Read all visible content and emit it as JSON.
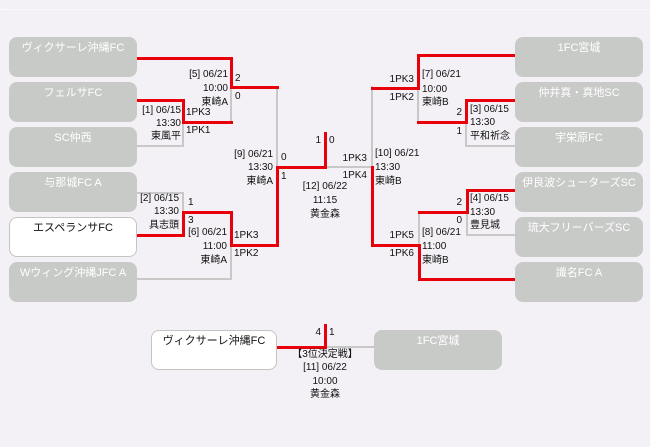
{
  "left_teams": [
    {
      "name": "ヴィクサーレ沖縄FC",
      "highlight": false
    },
    {
      "name": "フェルサFC",
      "highlight": false
    },
    {
      "name": "SC仲西",
      "highlight": false
    },
    {
      "name": "与那城FC A",
      "highlight": false
    },
    {
      "name": "エスペランサFC",
      "highlight": true
    },
    {
      "name": "Wウィング沖縄JFC A",
      "highlight": false
    }
  ],
  "right_teams": [
    {
      "name": "1FC宮城",
      "highlight": false
    },
    {
      "name": "仲井真・真地SC",
      "highlight": false
    },
    {
      "name": "宇栄原FC",
      "highlight": false
    },
    {
      "name": "伊良波シューターズSC",
      "highlight": false
    },
    {
      "name": "琉大フリーバーズSC",
      "highlight": false
    },
    {
      "name": "識名FC A",
      "highlight": false
    }
  ],
  "matches": {
    "m1": {
      "label": "[1] 06/15",
      "time": "13:30",
      "venue": "東風平",
      "score_top": "1PK3",
      "score_bottom": "1PK1"
    },
    "m2": {
      "label": "[2] 06/15",
      "time": "13:30",
      "venue": "具志頭",
      "score_top": "1",
      "score_bottom": "3"
    },
    "m3": {
      "label": "[3] 06/15",
      "time": "13:30",
      "venue": "平和祈念",
      "score_top": "2",
      "score_bottom": "1"
    },
    "m4": {
      "label": "[4] 06/15",
      "time": "13:30",
      "venue": "豊見城",
      "score_top": "2",
      "score_bottom": "0"
    },
    "m5": {
      "label": "[5] 06/21",
      "time": "10:00",
      "venue": "東崎A",
      "score_top": "2",
      "score_bottom": "0"
    },
    "m6": {
      "label": "[6] 06/21",
      "time": "11:00",
      "venue": "東崎A",
      "score_top": "1PK3",
      "score_bottom": "1PK2"
    },
    "m7": {
      "label": "[7] 06/21",
      "time": "10:00",
      "venue": "東崎B",
      "score_top": "1PK3",
      "score_bottom": "1PK2"
    },
    "m8": {
      "label": "[8] 06/21",
      "time": "11:00",
      "venue": "東崎B",
      "score_top": "1PK5",
      "score_bottom": "1PK6"
    },
    "m9": {
      "label": "[9] 06/21",
      "time": "13:30",
      "venue": "東崎A",
      "score_top": "0",
      "score_bottom": "1"
    },
    "m10": {
      "label": "[10] 06/21",
      "time": "13:30",
      "venue": "東崎B",
      "score_top": "1PK3",
      "score_bottom": "1PK4"
    },
    "m12": {
      "label": "[12] 06/22",
      "time": "11:15",
      "venue": "黄金森",
      "score_left": "1",
      "score_right": "0"
    }
  },
  "third_place": {
    "title": "【3位決定戦】",
    "label": "[11] 06/22",
    "time": "10:00",
    "venue": "黄金森",
    "team_left": "ヴィクサーレ沖縄FC",
    "team_right": "1FC宮城",
    "score_left": "4",
    "score_right": "1"
  },
  "colors": {
    "win_line": "#e8000b",
    "lose_line": "#c8c8c8",
    "team_box": "#c8cac8",
    "team_box_highlight": "#ffffff",
    "background": "#f3f1f5"
  }
}
